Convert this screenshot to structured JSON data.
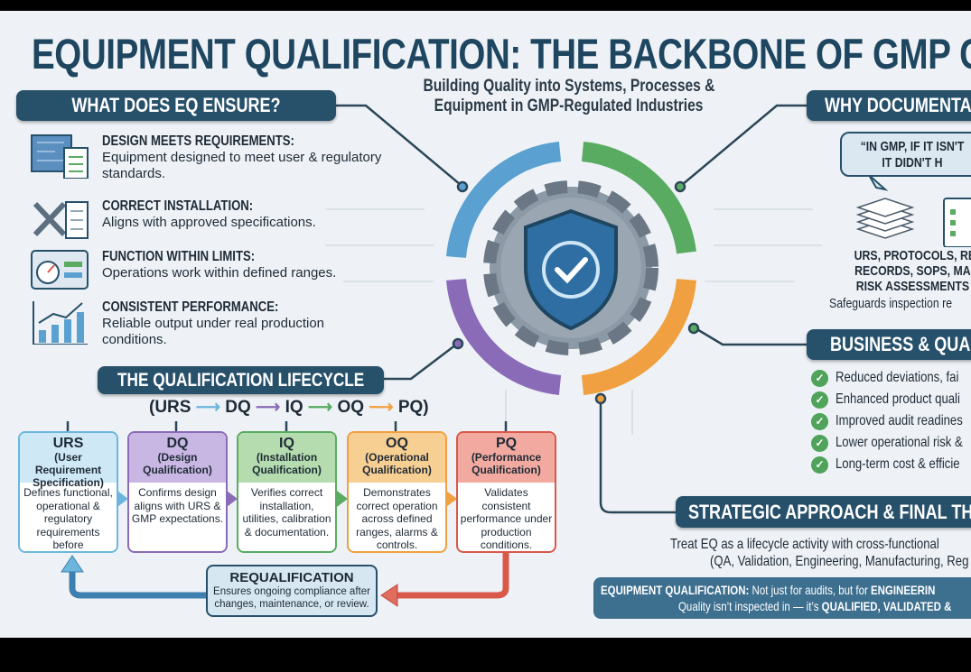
{
  "title": "EQUIPMENT QUALIFICATION: THE BACKBONE OF GMP COM",
  "subtitle": {
    "line1": "Building Quality into Systems, Processes &",
    "line2": "Equipment in GMP-Regulated Industries"
  },
  "ensure": {
    "heading": "WHAT DOES EQ ENSURE?",
    "items": [
      {
        "icon": "blueprint-icon",
        "title": "DESIGN MEETS REQUIREMENTS:",
        "desc": "Equipment designed to meet user & regulatory standards."
      },
      {
        "icon": "tools-icon",
        "title": "CORRECT INSTALLATION:",
        "desc": "Aligns with approved specifications."
      },
      {
        "icon": "gauge-panel-icon",
        "title": "FUNCTION WITHIN LIMITS:",
        "desc": "Operations work within defined ranges."
      },
      {
        "icon": "growth-chart-icon",
        "title": "CONSISTENT PERFORMANCE:",
        "desc": "Reliable output under real production conditions."
      }
    ]
  },
  "lifecycle": {
    "heading": "THE QUALIFICATION LIFECYCLE",
    "sequence": [
      "(URS",
      "DQ",
      "IQ",
      "OQ",
      "PQ)"
    ],
    "stages": [
      {
        "code": "URS",
        "name": "(User Requirement Specification)",
        "desc": "Defines functional, operational & regulatory requirements before procurement.",
        "color": "#6cb6de",
        "bg": "#cfe8f6"
      },
      {
        "code": "DQ",
        "name": "(Design Qualification)",
        "desc": "Confirms design aligns with URS & GMP expectations.",
        "color": "#8a6bb8",
        "bg": "#c9b7e3"
      },
      {
        "code": "IQ",
        "name": "(Installation Qualification)",
        "desc": "Verifies correct installation, utilities, calibration & documentation.",
        "color": "#5aab62",
        "bg": "#b5dcae"
      },
      {
        "code": "OQ",
        "name": "(Operational Qualification)",
        "desc": "Demonstrates correct operation across defined ranges, alarms & controls.",
        "color": "#f0a040",
        "bg": "#f8cf93"
      },
      {
        "code": "PQ",
        "name": "(Performance Qualification)",
        "desc": "Validates consistent performance under production conditions.",
        "color": "#d9584a",
        "bg": "#f2aaa0"
      }
    ],
    "requal": {
      "title": "REQUALIFICATION",
      "desc": "Ensures ongoing compliance after changes, maintenance, or review."
    }
  },
  "documentation": {
    "heading": "WHY DOCUMENTA",
    "quote_line1": "“IN GMP, IF IT ISN'T",
    "quote_line2": "IT DIDN'T H",
    "list_line1": "URS, PROTOCOLS, REP",
    "list_line2": "RECORDS, SOPS, MA",
    "list_line3": "RISK ASSESSMENTS",
    "note": "Safeguards inspection re"
  },
  "business": {
    "heading": "BUSINESS & QUA",
    "items": [
      "Reduced deviations, fai",
      "Enhanced product quali",
      "Improved audit readines",
      "Lower operational risk &",
      "Long-term cost & efficie"
    ]
  },
  "strategy": {
    "heading": "STRATEGIC APPROACH & FINAL TH",
    "line1": "Treat EQ as a lifecycle activity with cross-functional",
    "line2": "(QA, Validation, Engineering, Manufacturing, Reg"
  },
  "banner": {
    "b1": "EQUIPMENT QUALIFICATION:",
    "t1": " Not just for audits, but for ",
    "b2": "ENGINEERIN",
    "t2": "Quality isn’t inspected in — it’s ",
    "b3": "QUALIFIED, VALIDATED &"
  },
  "colors": {
    "navy": "#27506b",
    "blue": "#5aa0d0",
    "green": "#5aab62",
    "orange": "#f0a040",
    "purple": "#8a6bb8"
  }
}
